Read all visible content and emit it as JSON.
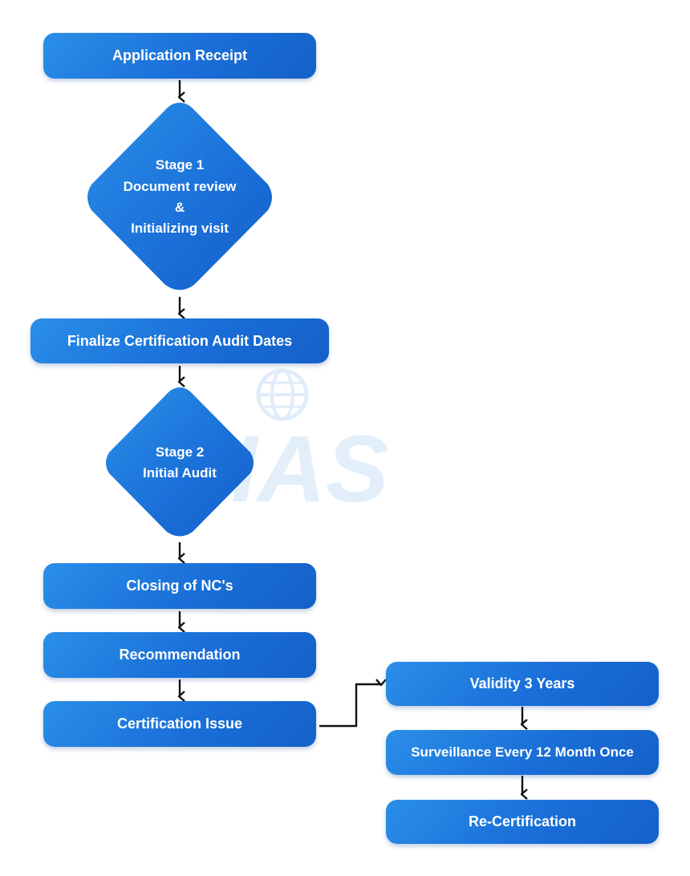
{
  "flow": {
    "application_receipt": "Application Receipt",
    "stage1": {
      "line1": "Stage 1",
      "line2": "Document review",
      "line3": "&",
      "line4": "Initializing visit"
    },
    "finalize": "Finalize Certification Audit Dates",
    "stage2": {
      "line1": "Stage 2",
      "line2": "Initial Audit"
    },
    "closing": "Closing of NC's",
    "recommendation": "Recommendation",
    "certification_issue": "Certification Issue"
  },
  "branch": {
    "validity": "Validity 3 Years",
    "surveillance": "Surveillance Every 12 Month Once",
    "recertification": "Re-Certification"
  },
  "watermark": {
    "logo_text": "IAS",
    "icon": "globe-icon"
  },
  "colors": {
    "box_primary": "#1a6fd8",
    "box_light": "#2a8fe8",
    "arrow": "#111111",
    "watermark": "#dbeaf8"
  }
}
